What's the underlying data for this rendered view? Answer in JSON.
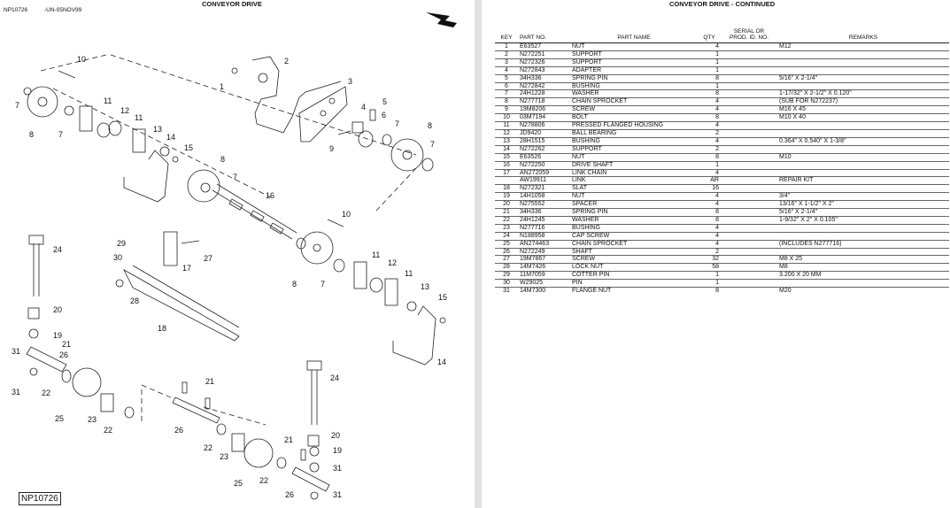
{
  "left": {
    "title": "CONVEYOR DRIVE",
    "figure_id": "NP10726",
    "revision": "-UN-05NOV99",
    "figure_box": "NP10726",
    "callouts": [
      "1",
      "2",
      "3",
      "4",
      "5",
      "6",
      "7",
      "8",
      "9",
      "10",
      "11",
      "12",
      "13",
      "14",
      "15",
      "16",
      "17",
      "18",
      "19",
      "20",
      "21",
      "22",
      "23",
      "24",
      "25",
      "26",
      "27",
      "28",
      "29",
      "30",
      "31"
    ]
  },
  "right": {
    "title": "CONVEYOR DRIVE - CONTINUED",
    "columns": {
      "key": "KEY",
      "part_no": "PART NO.",
      "part_name": "PART NAME",
      "qty": "QTY",
      "serial_1": "SERIAL OR",
      "serial_2": "PROD. ID. NO.",
      "remarks": "REMARKS"
    },
    "rows": [
      {
        "key": "1",
        "part": "E63527",
        "name": "NUT",
        "qty": "4",
        "serial": "",
        "remarks": "M12"
      },
      {
        "key": "2",
        "part": "N272251",
        "name": "SUPPORT",
        "qty": "1",
        "serial": "",
        "remarks": ""
      },
      {
        "key": "3",
        "part": "N272326",
        "name": "SUPPORT",
        "qty": "1",
        "serial": "",
        "remarks": ""
      },
      {
        "key": "4",
        "part": "N272843",
        "name": "ADAPTER",
        "qty": "1",
        "serial": "",
        "remarks": ""
      },
      {
        "key": "5",
        "part": "34H336",
        "name": "SPRING PIN",
        "qty": "8",
        "serial": "",
        "remarks": "5/16\" X 2-1/4\""
      },
      {
        "key": "6",
        "part": "N272842",
        "name": "BUSHING",
        "qty": "1",
        "serial": "",
        "remarks": ""
      },
      {
        "key": "7",
        "part": "24H1228",
        "name": "WASHER",
        "qty": "8",
        "serial": "",
        "remarks": "1-17/32\" X 2-1/2\" X 0.120\""
      },
      {
        "key": "8",
        "part": "N277718",
        "name": "CHAIN SPROCKET",
        "qty": "4",
        "serial": "",
        "remarks": "(SUB FOR N272237)"
      },
      {
        "key": "9",
        "part": "19M8206",
        "name": "SCREW",
        "qty": "4",
        "serial": "",
        "remarks": "M16 X 45"
      },
      {
        "key": "10",
        "part": "03M7194",
        "name": "BOLT",
        "qty": "8",
        "serial": "",
        "remarks": "M10 X 40"
      },
      {
        "key": "11",
        "part": "N278806",
        "name": "PRESSED FLANGED HOUSING",
        "qty": "4",
        "serial": "",
        "remarks": ""
      },
      {
        "key": "12",
        "part": "JD9420",
        "name": "BALL BEARING",
        "qty": "2",
        "serial": "",
        "remarks": ""
      },
      {
        "key": "13",
        "part": "28H1515",
        "name": "BUSHING",
        "qty": "4",
        "serial": "",
        "remarks": "0.364\" X 0.540\" X 1-3/8\""
      },
      {
        "key": "14",
        "part": "N272262",
        "name": "SUPPORT",
        "qty": "2",
        "serial": "",
        "remarks": ""
      },
      {
        "key": "15",
        "part": "E63526",
        "name": "NUT",
        "qty": "8",
        "serial": "",
        "remarks": "M10"
      },
      {
        "key": "16",
        "part": "N272250",
        "name": "DRIVE SHAFT",
        "qty": "1",
        "serial": "",
        "remarks": ""
      },
      {
        "key": "17",
        "part": "AN272059",
        "name": "LINK CHAIN",
        "qty": "4",
        "serial": "",
        "remarks": ""
      },
      {
        "key": "",
        "part": "AW19911",
        "name": "LINK",
        "qty": "AR",
        "serial": "",
        "remarks": "REPAIR KIT"
      },
      {
        "key": "18",
        "part": "N272321",
        "name": "SLAT",
        "qty": "16",
        "serial": "",
        "remarks": ""
      },
      {
        "key": "19",
        "part": "14H1058",
        "name": "NUT",
        "qty": "4",
        "serial": "",
        "remarks": "3/4\""
      },
      {
        "key": "20",
        "part": "N275552",
        "name": "SPACER",
        "qty": "4",
        "serial": "",
        "remarks": "13/16\" X 1-1/2\" X 2\""
      },
      {
        "key": "21",
        "part": "34H336",
        "name": "SPRING PIN",
        "qty": "8",
        "serial": "",
        "remarks": "5/16\" X 2-1/4\""
      },
      {
        "key": "22",
        "part": "24H1245",
        "name": "WASHER",
        "qty": "8",
        "serial": "",
        "remarks": "1-9/32\" X 2\" X 0.105\""
      },
      {
        "key": "23",
        "part": "N277716",
        "name": "BUSHING",
        "qty": "4",
        "serial": "",
        "remarks": ""
      },
      {
        "key": "24",
        "part": "N188958",
        "name": "CAP SCREW",
        "qty": "4",
        "serial": "",
        "remarks": ""
      },
      {
        "key": "25",
        "part": "AN274463",
        "name": "CHAIN SPROCKET",
        "qty": "4",
        "serial": "",
        "remarks": "(INCLUDES N277716)"
      },
      {
        "key": "26",
        "part": "N272249",
        "name": "SHAFT",
        "qty": "2",
        "serial": "",
        "remarks": ""
      },
      {
        "key": "27",
        "part": "19M7867",
        "name": "SCREW",
        "qty": "32",
        "serial": "",
        "remarks": "M8 X 25"
      },
      {
        "key": "28",
        "part": "14M7426",
        "name": "LOCK NUT",
        "qty": "58",
        "serial": "",
        "remarks": "M8"
      },
      {
        "key": "29",
        "part": "11M7059",
        "name": "COTTER PIN",
        "qty": "1",
        "serial": "",
        "remarks": "3.200 X 20 MM"
      },
      {
        "key": "30",
        "part": "W29025",
        "name": "PIN",
        "qty": "1",
        "serial": "",
        "remarks": ""
      },
      {
        "key": "31",
        "part": "14M7300",
        "name": "FLANGE NUT",
        "qty": "8",
        "serial": "",
        "remarks": "M20"
      }
    ]
  }
}
